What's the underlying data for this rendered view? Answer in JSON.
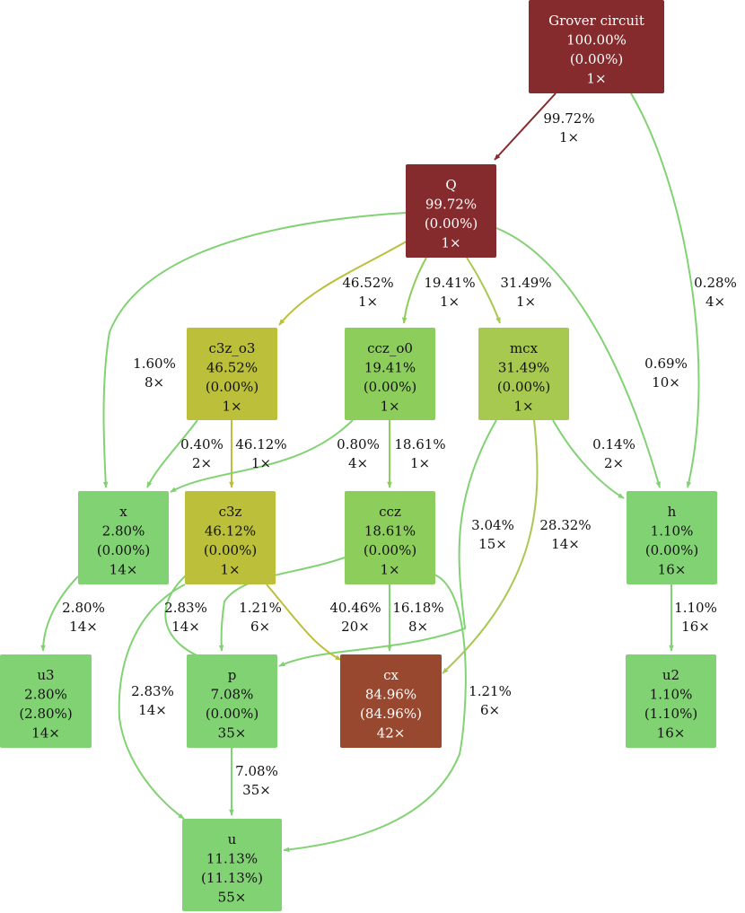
{
  "colors": {
    "dark_red": "#852b2d",
    "brown_red": "#98482e",
    "olive": "#bcbf3a",
    "yellow_green": "#a8c94f",
    "green_light": "#8ccd5c",
    "green": "#81d273"
  },
  "nodes": [
    {
      "id": "grover",
      "name": "Grover circuit",
      "total": "100.00%",
      "self": "(0.00%)",
      "calls": "1×",
      "color": "#852b2d",
      "text_color": "#ffffff"
    },
    {
      "id": "Q",
      "name": "Q",
      "total": "99.72%",
      "self": "(0.00%)",
      "calls": "1×",
      "color": "#852b2d",
      "text_color": "#ffffff"
    },
    {
      "id": "c3z_o3",
      "name": "c3z_o3",
      "total": "46.52%",
      "self": "(0.00%)",
      "calls": "1×",
      "color": "#bcbf3a",
      "text_color": "#111111"
    },
    {
      "id": "ccz_o0",
      "name": "ccz_o0",
      "total": "19.41%",
      "self": "(0.00%)",
      "calls": "1×",
      "color": "#8ccd5c",
      "text_color": "#111111"
    },
    {
      "id": "mcx",
      "name": "mcx",
      "total": "31.49%",
      "self": "(0.00%)",
      "calls": "1×",
      "color": "#a8c94f",
      "text_color": "#111111"
    },
    {
      "id": "x",
      "name": "x",
      "total": "2.80%",
      "self": "(0.00%)",
      "calls": "14×",
      "color": "#81d273",
      "text_color": "#111111"
    },
    {
      "id": "c3z",
      "name": "c3z",
      "total": "46.12%",
      "self": "(0.00%)",
      "calls": "1×",
      "color": "#bcbf3a",
      "text_color": "#111111"
    },
    {
      "id": "ccz",
      "name": "ccz",
      "total": "18.61%",
      "self": "(0.00%)",
      "calls": "1×",
      "color": "#8ccd5c",
      "text_color": "#111111"
    },
    {
      "id": "h",
      "name": "h",
      "total": "1.10%",
      "self": "(0.00%)",
      "calls": "16×",
      "color": "#81d273",
      "text_color": "#111111"
    },
    {
      "id": "u3",
      "name": "u3",
      "total": "2.80%",
      "self": "(2.80%)",
      "calls": "14×",
      "color": "#81d273",
      "text_color": "#111111"
    },
    {
      "id": "p",
      "name": "p",
      "total": "7.08%",
      "self": "(0.00%)",
      "calls": "35×",
      "color": "#81d273",
      "text_color": "#111111"
    },
    {
      "id": "cx",
      "name": "cx",
      "total": "84.96%",
      "self": "(84.96%)",
      "calls": "42×",
      "color": "#98482e",
      "text_color": "#ffffff"
    },
    {
      "id": "u2",
      "name": "u2",
      "total": "1.10%",
      "self": "(1.10%)",
      "calls": "16×",
      "color": "#81d273",
      "text_color": "#111111"
    },
    {
      "id": "u",
      "name": "u",
      "total": "11.13%",
      "self": "(11.13%)",
      "calls": "55×",
      "color": "#81d273",
      "text_color": "#111111"
    }
  ],
  "edges": [
    {
      "from": "grover",
      "to": "Q",
      "pct": "99.72%",
      "calls": "1×",
      "color": "#852b2d"
    },
    {
      "from": "grover",
      "to": "h",
      "pct": "0.28%",
      "calls": "4×",
      "color": "#81d273"
    },
    {
      "from": "Q",
      "to": "c3z_o3",
      "pct": "46.52%",
      "calls": "1×",
      "color": "#bcbf3a"
    },
    {
      "from": "Q",
      "to": "ccz_o0",
      "pct": "19.41%",
      "calls": "1×",
      "color": "#8ccd5c"
    },
    {
      "from": "Q",
      "to": "mcx",
      "pct": "31.49%",
      "calls": "1×",
      "color": "#a8c94f"
    },
    {
      "from": "Q",
      "to": "x",
      "pct": "1.60%",
      "calls": "8×",
      "color": "#81d273"
    },
    {
      "from": "Q",
      "to": "h",
      "pct": "0.69%",
      "calls": "10×",
      "color": "#81d273"
    },
    {
      "from": "c3z_o3",
      "to": "x",
      "pct": "0.40%",
      "calls": "2×",
      "color": "#81d273"
    },
    {
      "from": "c3z_o3",
      "to": "c3z",
      "pct": "46.12%",
      "calls": "1×",
      "color": "#bcbf3a"
    },
    {
      "from": "ccz_o0",
      "to": "x",
      "pct": "0.80%",
      "calls": "4×",
      "color": "#81d273"
    },
    {
      "from": "ccz_o0",
      "to": "ccz",
      "pct": "18.61%",
      "calls": "1×",
      "color": "#8ccd5c"
    },
    {
      "from": "mcx",
      "to": "h",
      "pct": "0.14%",
      "calls": "2×",
      "color": "#81d273"
    },
    {
      "from": "mcx",
      "to": "p",
      "pct": "3.04%",
      "calls": "15×",
      "color": "#81d273"
    },
    {
      "from": "mcx",
      "to": "cx",
      "pct": "28.32%",
      "calls": "14×",
      "color": "#a8c94f"
    },
    {
      "from": "x",
      "to": "u3",
      "pct": "2.80%",
      "calls": "14×",
      "color": "#81d273"
    },
    {
      "from": "c3z",
      "to": "p",
      "pct": "2.83%",
      "calls": "14×",
      "color": "#81d273"
    },
    {
      "from": "c3z",
      "to": "u",
      "pct": "2.83%",
      "calls": "14×",
      "color": "#81d273"
    },
    {
      "from": "c3z",
      "to": "cx",
      "pct": "40.46%",
      "calls": "20×",
      "color": "#bcbf3a"
    },
    {
      "from": "ccz",
      "to": "p",
      "pct": "1.21%",
      "calls": "6×",
      "color": "#81d273"
    },
    {
      "from": "ccz",
      "to": "cx",
      "pct": "16.18%",
      "calls": "8×",
      "color": "#81d273"
    },
    {
      "from": "ccz",
      "to": "u",
      "pct": "1.21%",
      "calls": "6×",
      "color": "#81d273"
    },
    {
      "from": "h",
      "to": "u2",
      "pct": "1.10%",
      "calls": "16×",
      "color": "#81d273"
    },
    {
      "from": "p",
      "to": "u",
      "pct": "7.08%",
      "calls": "35×",
      "color": "#81d273"
    }
  ]
}
